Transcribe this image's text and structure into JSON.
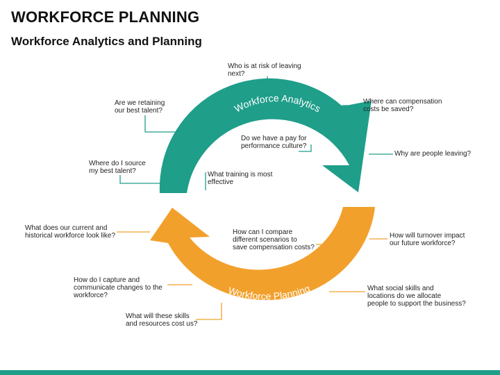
{
  "title": "WORKFORCE PLANNING",
  "subtitle": "Workforce Analytics and Planning",
  "colors": {
    "analytics": "#1f9e8a",
    "planning": "#f2a02c",
    "bottom_bar": "#1f9e8a"
  },
  "cycle": {
    "top_label": "Workforce Analytics",
    "bottom_label": "Workforce Planning"
  },
  "questions": {
    "risk_leaving": "Who is at risk of leaving\nnext?",
    "retaining_talent": "Are we retaining\nour best talent?",
    "compensation_saved": "Where can compensation\ncosts be saved?",
    "pay_performance": "Do we have a pay for\nperformance culture?",
    "why_leaving": "Why are people leaving?",
    "source_talent": "Where do I source\nmy best talent?",
    "training": "What training is most\neffective",
    "current_workforce": "What does our current and\nhistorical workforce look like?",
    "compare_scenarios": "How can I compare\ndifferent scenarios to\nsave compensation costs?",
    "turnover": "How will turnover impact\nour future workforce?",
    "capture_changes": "How do I capture and\ncommunicate changes to the\nworkforce?",
    "social_skills": "What social skills and\nlocations do we allocate\npeople to support the business?",
    "skills_cost": "What will these skills\nand resources cost us?"
  }
}
